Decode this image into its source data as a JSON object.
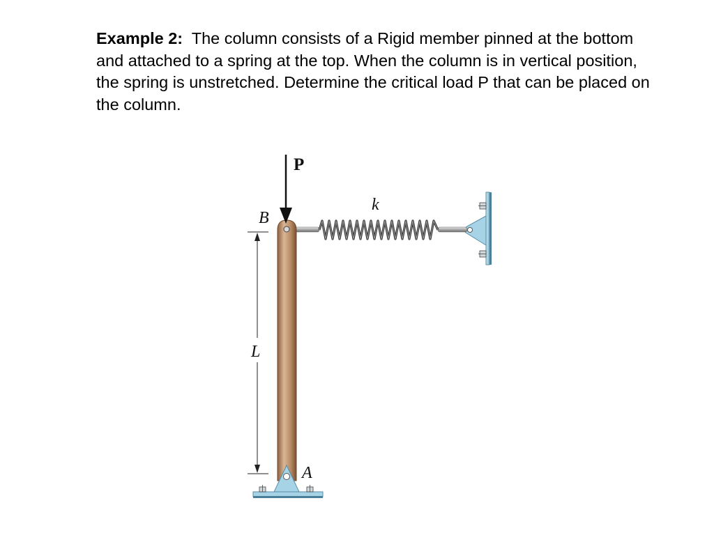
{
  "problem": {
    "heading": "Example 2:",
    "body": "The column consists of a Rigid member pinned at the bottom and attached to a spring at the top. When the column is in vertical position, the spring is unstretched. Determine the critical load P that can be placed on the column."
  },
  "figure": {
    "labels": {
      "load": "P",
      "spring": "k",
      "top_point": "B",
      "bottom_point": "A",
      "length": "L"
    },
    "colors": {
      "column_light": "#dcb696",
      "column_mid": "#b68a64",
      "column_dark": "#8a6040",
      "support_fill": "#a6d3e6",
      "support_stroke": "#5a8ea6",
      "spring": "#333333",
      "rod": "#a8a8a8"
    }
  }
}
